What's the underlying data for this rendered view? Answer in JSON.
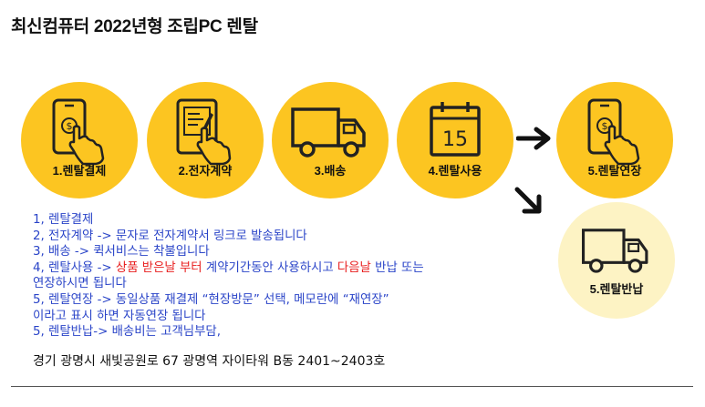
{
  "title": "최신컴퓨터 2022년형 조립PC 렌탈",
  "steps": [
    {
      "label": "1.렌탈결제",
      "icon": "phone-payment-icon"
    },
    {
      "label": "2.전자계약",
      "icon": "tablet-contract-icon"
    },
    {
      "label": "3.배송",
      "icon": "truck-icon"
    },
    {
      "label": "4.렌탈사용",
      "icon": "calendar-icon",
      "calendar_day": "15"
    },
    {
      "label": "5.렌탈연장",
      "icon": "phone-payment-icon"
    },
    {
      "label": "5.렌탈반납",
      "icon": "truck-icon"
    }
  ],
  "notes": {
    "l1": "1, 렌탈결제",
    "l2": "2, 전자계약 -> 문자로 전자계약서 링크로 발송됩니다",
    "l3": "3, 배송 -> 퀵서비스는 착불입니다",
    "l4a": "4, 렌탈사용 -> ",
    "l4b": "상품 받은날 부터",
    "l4c": " 계약기간동안 사용하시고 ",
    "l4d": "다음날",
    "l4e": " 반납 또는",
    "l5": "연장하시면 됩니다",
    "l6": "5, 렌탈연장 -> 동일상품 재결제 “현장방문” 선택, 메모란에 “재연장”",
    "l7": "이라고 표시 하면 자동연장 됩니다",
    "l8": "5, 렌탈반납-> 배송비는 고객님부담,"
  },
  "address": "경기 광명시 새빛공원로 67 광명역 자이타워 B동 2401~2403호",
  "colors": {
    "accent": "#fcc521",
    "accent_pale": "#fdf3c4",
    "note_text": "#2a44c8",
    "highlight": "#e81e1e"
  }
}
